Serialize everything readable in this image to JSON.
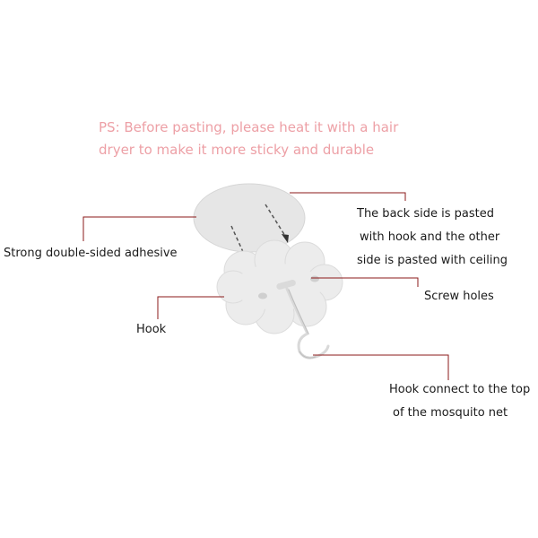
{
  "note": {
    "line1": "PS: Before pasting, please heat it with a hair",
    "line2": "dryer to make it more sticky and durable",
    "color": "#eda0a6"
  },
  "labels": {
    "adhesive": "Strong double-sided adhesive",
    "back_side": [
      "The back side is pasted",
      "with hook and the other",
      "side is pasted with ceiling"
    ],
    "screw_holes": "Screw holes",
    "hook": "Hook",
    "hook_connect": [
      "Hook connect to the top",
      "of the mosquito net"
    ]
  },
  "colors": {
    "leader_line": "#8b1a1a",
    "pad": "#e6e6e6",
    "flower": "#ececec",
    "text": "#1a1a1a"
  }
}
